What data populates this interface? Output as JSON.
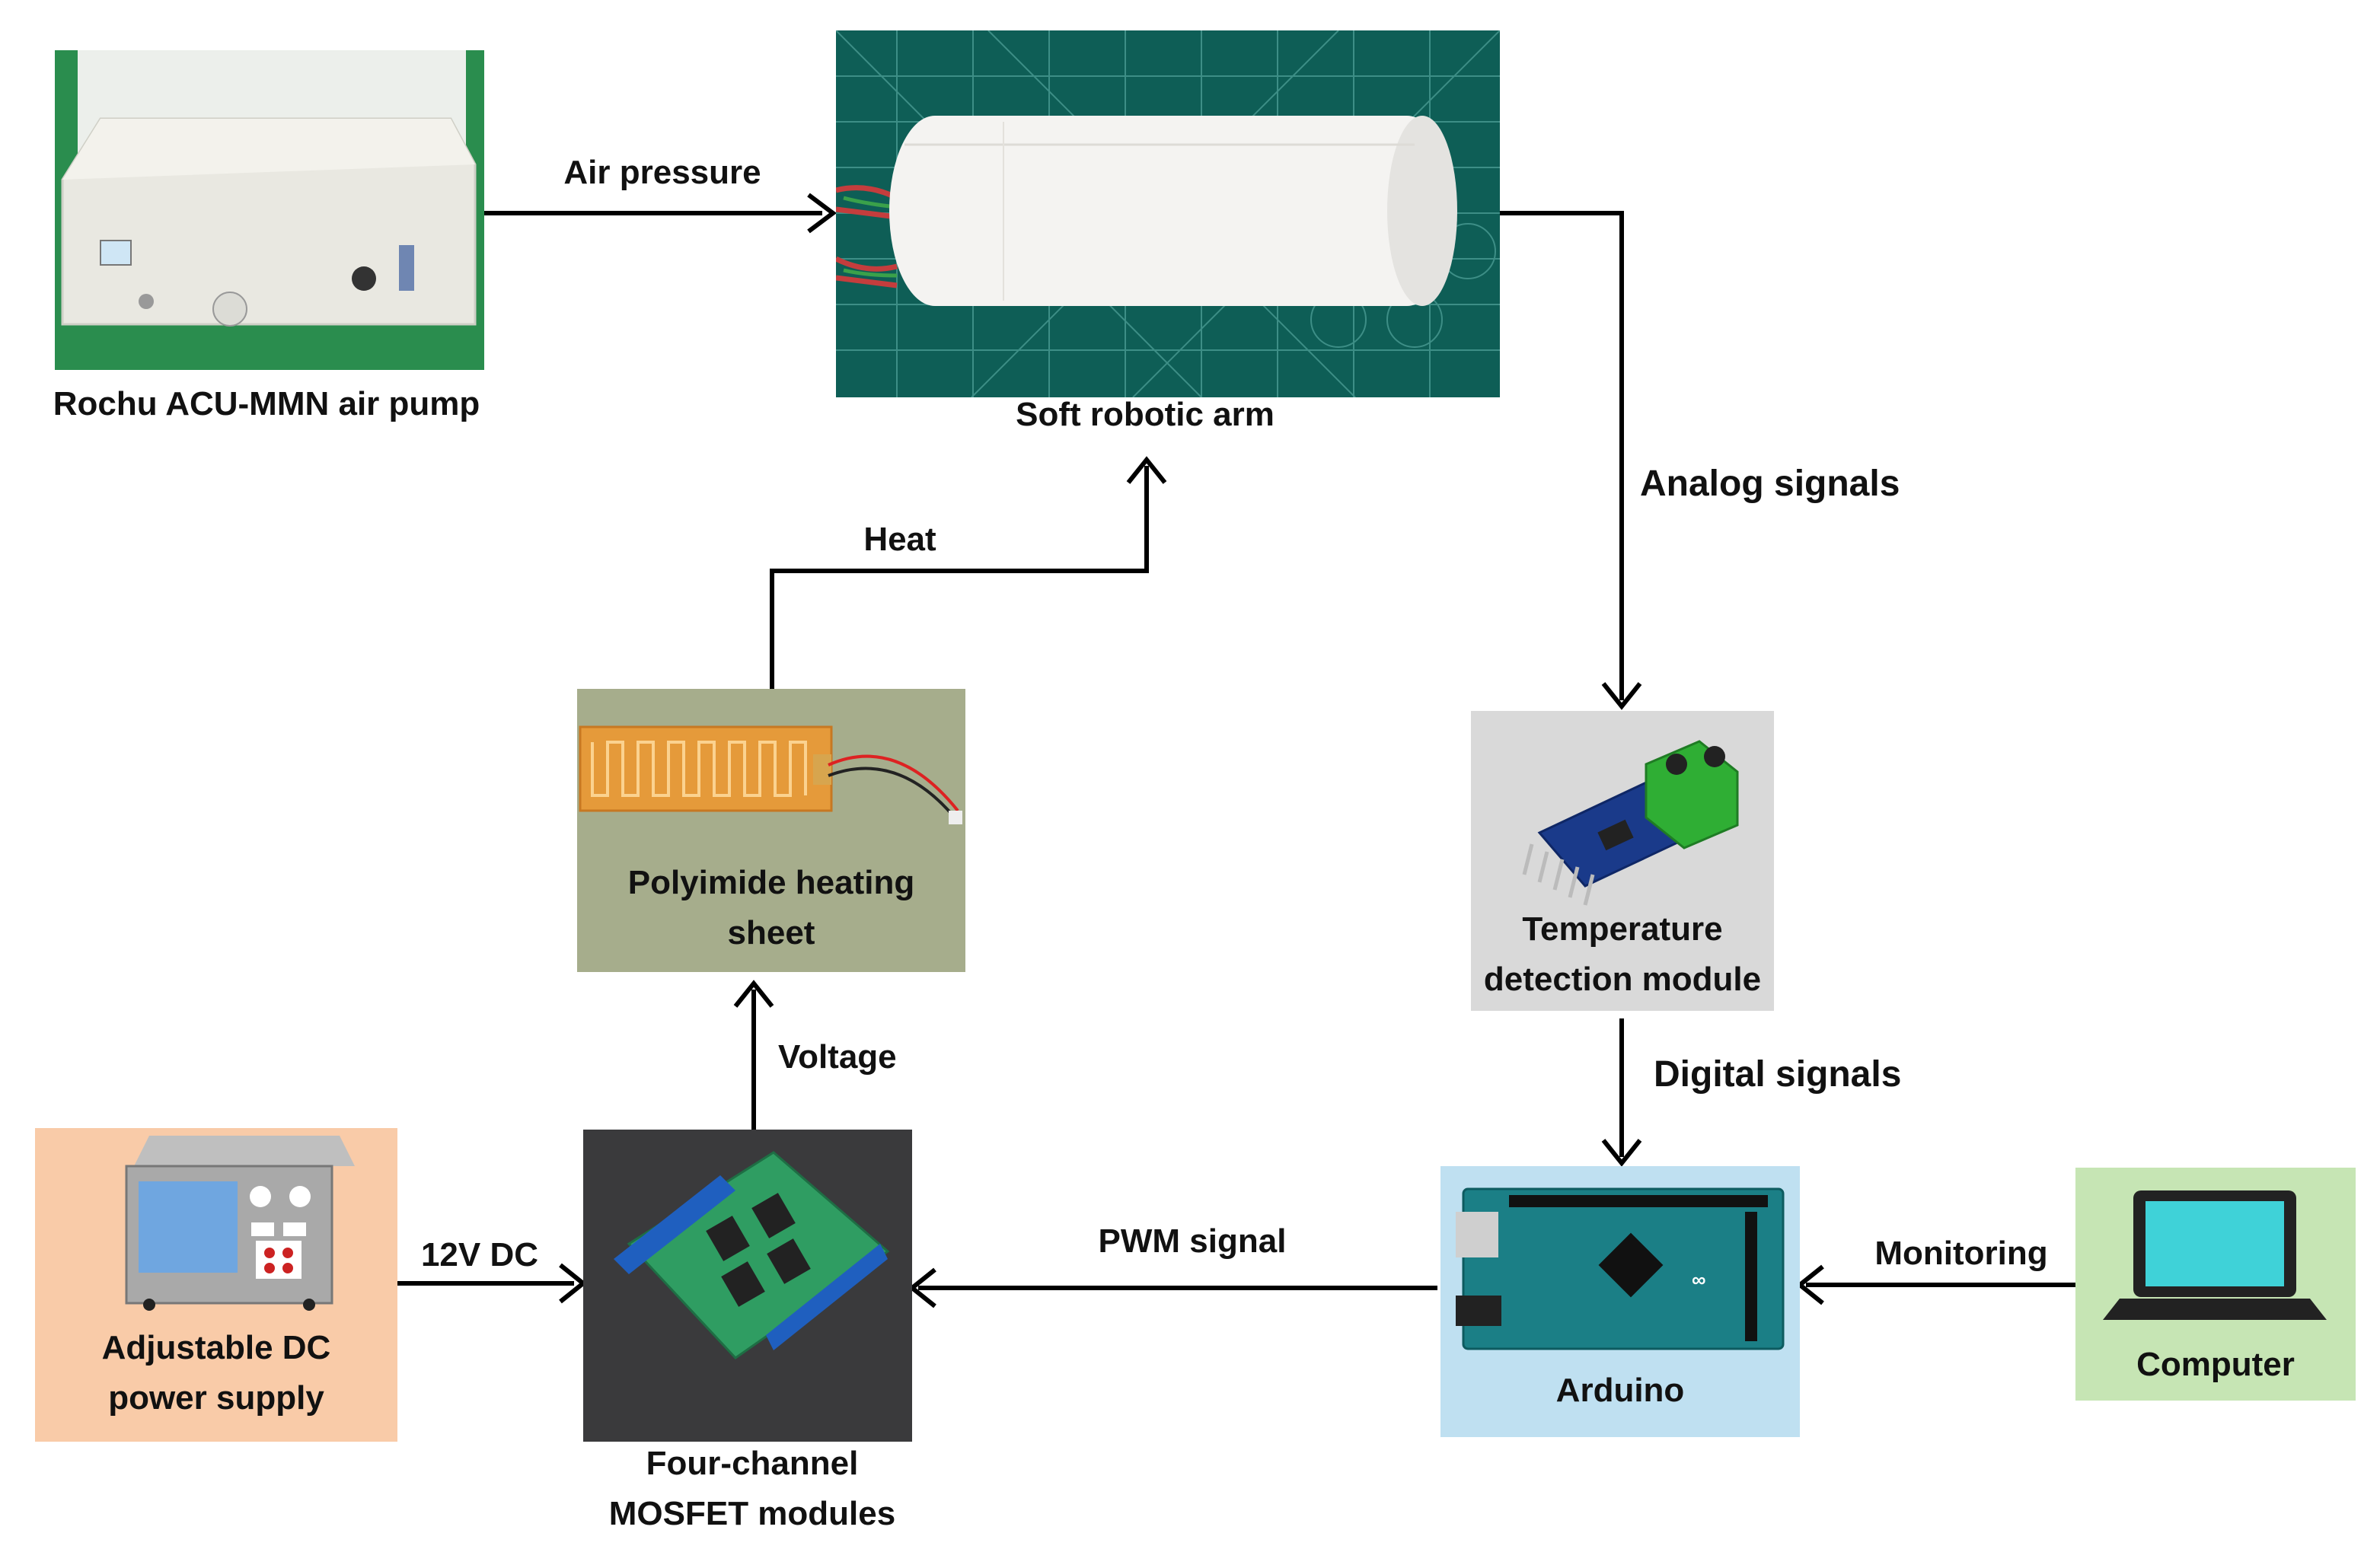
{
  "nodes": {
    "air_pump": "Rochu ACU-MMN air pump",
    "robotic_arm": "Soft robotic arm",
    "heating_sheet": "Polyimide  heating\nsheet",
    "temp_module": "Temperature\ndetection module",
    "power_supply": "Adjustable DC\npower supply",
    "mosfet": "Four-channel\nMOSFET modules",
    "arduino": "Arduino",
    "computer": "Computer"
  },
  "edges": {
    "air_pressure": "Air pressure",
    "heat": "Heat",
    "analog_signals": "Analog signals",
    "voltage": "Voltage",
    "digital_signals": "Digital signals",
    "dc_12v": "12V DC",
    "pwm_signal": "PWM signal",
    "monitoring": "Monitoring"
  },
  "colors": {
    "heating_bg": "#a6ad8c",
    "temp_bg": "#d9d9d9",
    "power_bg": "#f9cba8",
    "arduino_bg": "#bfe0f1",
    "computer_bg": "#c6e5b4",
    "mosfet_bg": "#3a3a3c",
    "mat_bg": "#0e5e56"
  }
}
